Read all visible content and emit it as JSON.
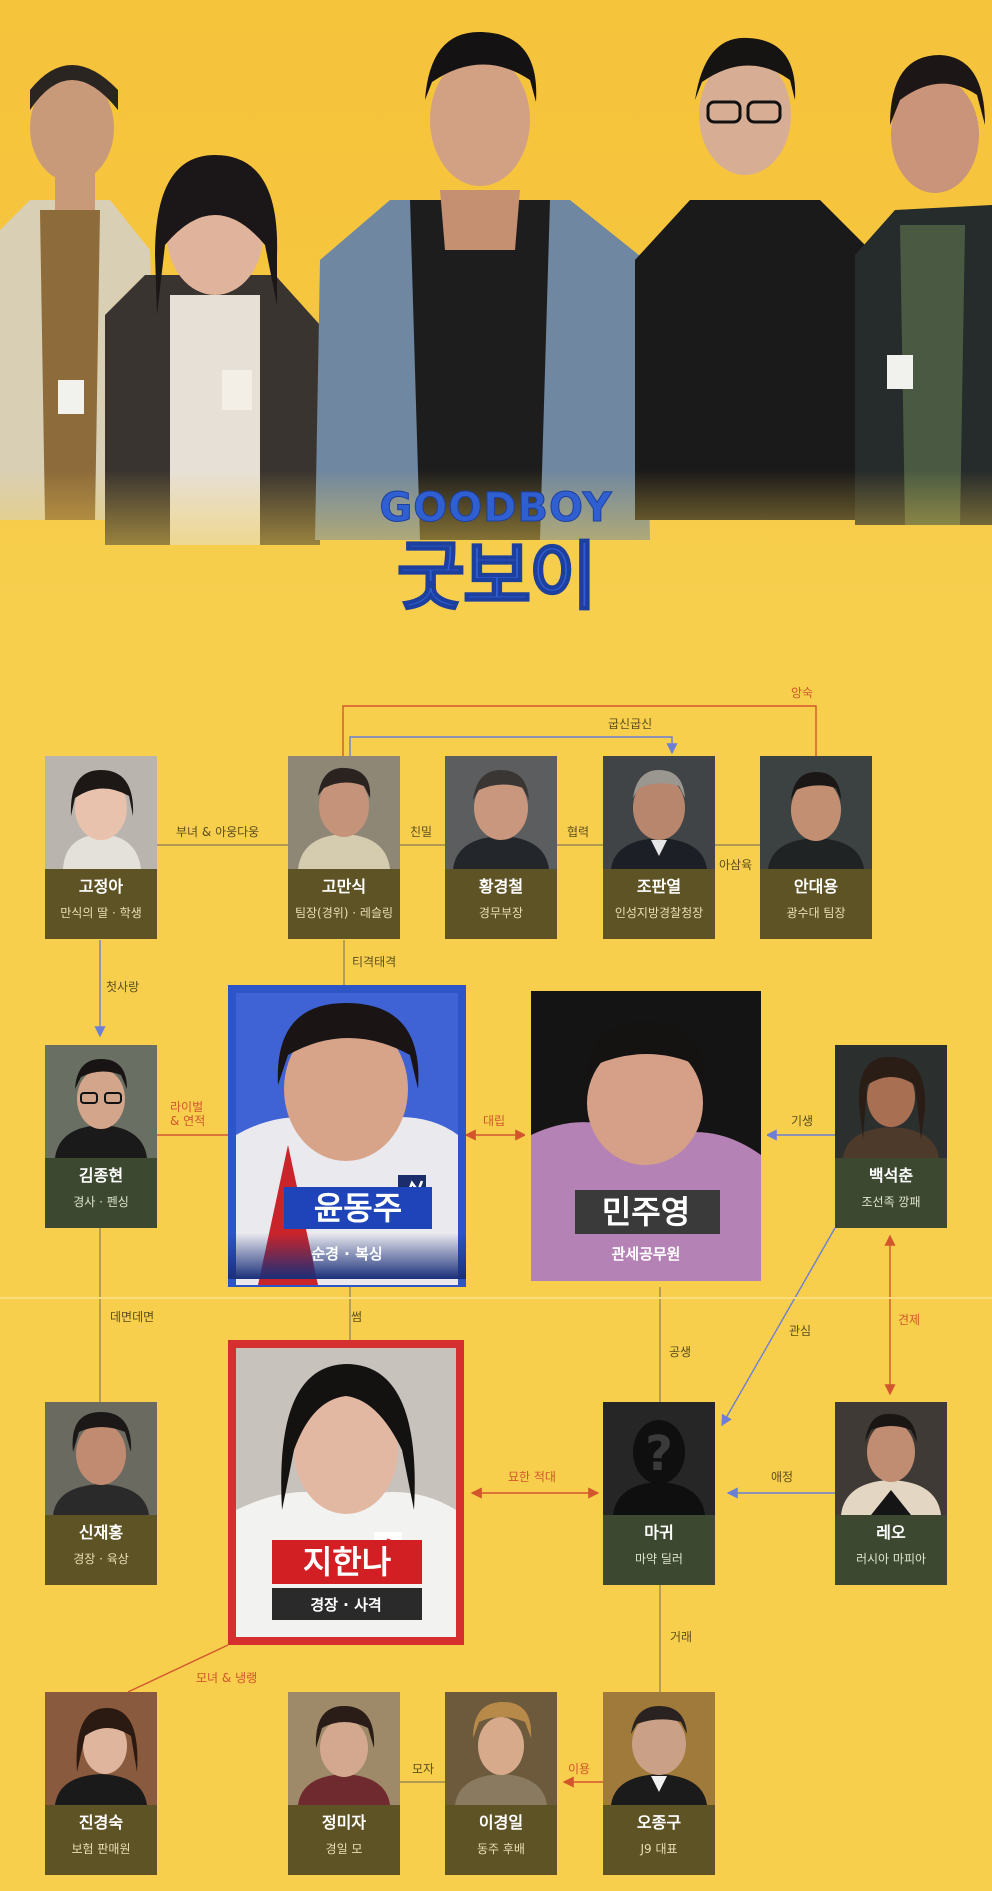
{
  "logo": {
    "english": "GOODBOY",
    "korean": "굿보이"
  },
  "colors": {
    "background": "#f7cf4d",
    "card": "#5e5324",
    "card_alt": "#3c4830",
    "line": "#9a8a55",
    "accent_red": "#d2562c",
    "accent_blue": "#6c7fd6",
    "blue_frame": "#2d55c8",
    "red_frame": "#d62f2f"
  },
  "leads": {
    "yoon": {
      "name": "윤동주",
      "role": "순경 · 복싱"
    },
    "min": {
      "name": "민주영",
      "role": "관세공무원"
    },
    "ji": {
      "name": "지한나",
      "role": "경장 · 사격"
    }
  },
  "characters": {
    "go_jeonga": {
      "name": "고정아",
      "role": "만식의 딸 · 학생"
    },
    "go_mansik": {
      "name": "고만식",
      "role": "팀장(경위) · 레슬링"
    },
    "hwang": {
      "name": "황경철",
      "role": "경무부장"
    },
    "jo": {
      "name": "조판열",
      "role": "인성지방경찰청장"
    },
    "ahn": {
      "name": "안대용",
      "role": "광수대 팀장"
    },
    "kim": {
      "name": "김종현",
      "role": "경사 · 펜싱"
    },
    "baek": {
      "name": "백석춘",
      "role": "조선족 깡패"
    },
    "shin": {
      "name": "신재홍",
      "role": "경장 · 육상"
    },
    "magwi": {
      "name": "마귀",
      "role": "마약 딜러"
    },
    "leo": {
      "name": "레오",
      "role": "러시아 마피아"
    },
    "jin": {
      "name": "진경숙",
      "role": "보험 판매원"
    },
    "jeong": {
      "name": "정미자",
      "role": "경일 모"
    },
    "lee": {
      "name": "이경일",
      "role": "동주 후배"
    },
    "oh": {
      "name": "오종구",
      "role": "J9 대표"
    }
  },
  "relations": {
    "angsuk": "앙숙",
    "gupsin": "굽신굽신",
    "bunyeo": "부녀 & 아웅다웅",
    "chinmil": "친밀",
    "hyeomryeok": "협력",
    "asanguk": "아삼육",
    "titeok": "티격태격",
    "cheotsarang": "첫사랑",
    "rival1": "라이벌",
    "rival2": "& 연적",
    "daerip": "대립",
    "giseng": "기생",
    "demyeon": "데면데면",
    "sseom": "썸",
    "gongsaeng": "공생",
    "gwansim": "관심",
    "gyeonje": "견제",
    "myohan": "묘한 적대",
    "aejeong": "애정",
    "georae": "거래",
    "monyeo": "모녀 & 냉랭",
    "moja": "모자",
    "iyong": "이용"
  },
  "icons": [
    "question-mark-icon",
    "boxing-figure-icon",
    "shooter-figure-icon"
  ]
}
